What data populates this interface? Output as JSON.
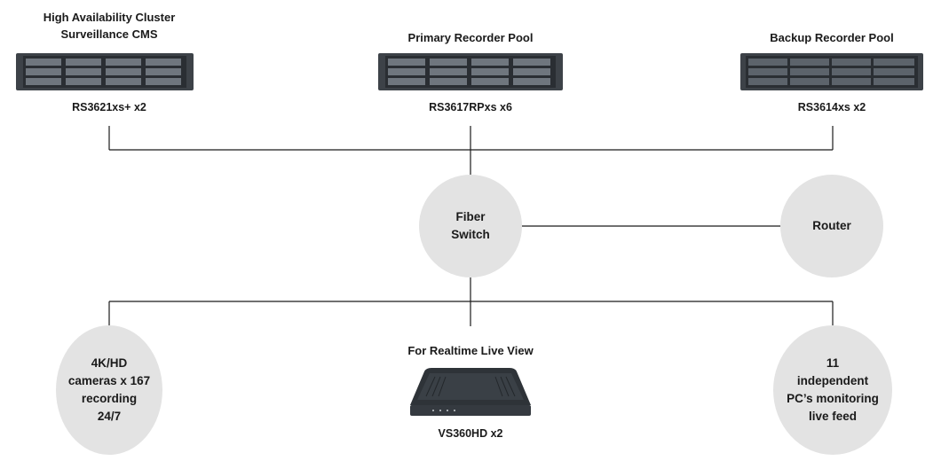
{
  "top": [
    {
      "title": "High Availability Cluster\nSurveillance CMS",
      "model": "RS3621xs+ x2"
    },
    {
      "title": "Primary Recorder Pool",
      "model": "RS3617RPxs x6"
    },
    {
      "title": "Backup Recorder Pool",
      "model": "RS3614xs x2"
    }
  ],
  "switch_label": "Fiber\nSwitch",
  "router_label": "Router",
  "bottom": {
    "cameras": "4K/HD\ncameras x 167\nrecording\n24/7",
    "liveview_title": "For Realtime Live View",
    "liveview_model": "VS360HD x2",
    "pcs": "11\nindependent\nPC’s monitoring\nlive feed"
  },
  "colors": {
    "line": "#1a1a1a",
    "circle": "#e3e3e3",
    "device": "#3d4248",
    "bay": "#2a2e33"
  }
}
